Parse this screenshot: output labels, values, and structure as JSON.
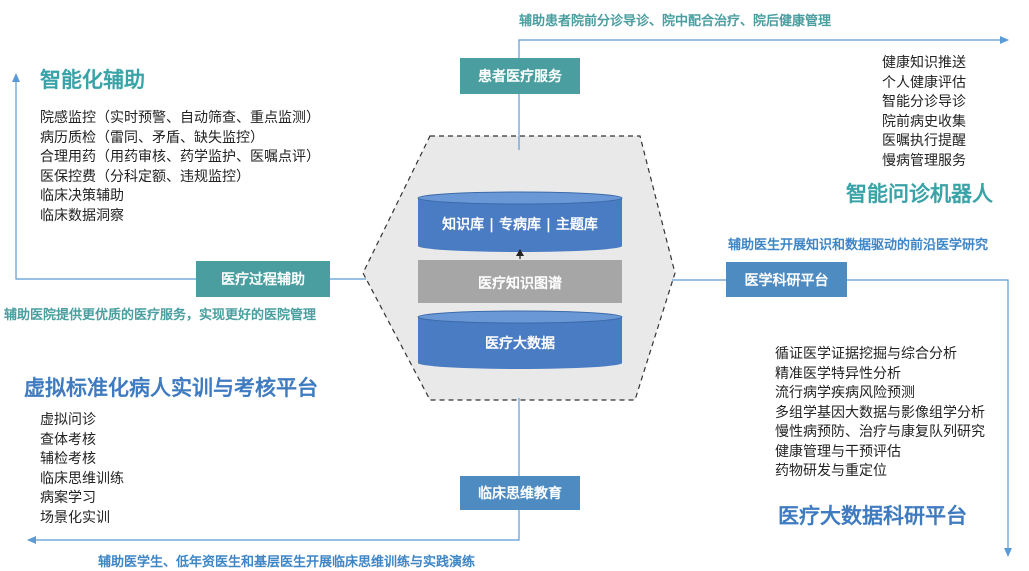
{
  "center": {
    "top_db_label": "知识库 | 专病库 | 主题库",
    "middle_label": "医疗知识图谱",
    "bottom_db_label": "医疗大数据"
  },
  "top": {
    "caption": "辅助患者院前分诊导诊、院中配合治疗、院后健康管理",
    "box_label": "患者医疗服务",
    "title": "智能问诊机器人",
    "items": [
      "健康知识推送",
      "个人健康评估",
      "智能分诊导诊",
      "院前病史收集",
      "医嘱执行提醒",
      "慢病管理服务"
    ]
  },
  "left": {
    "caption": "辅助医院提供更优质的医疗服务，实现更好的医院管理",
    "box_label": "医疗过程辅助",
    "title": "智能化辅助",
    "items": [
      "院感监控（实时预警、自动筛查、重点监测）",
      "病历质检（雷同、矛盾、缺失监控）",
      "合理用药（用药审核、药学监护、医嘱点评）",
      "医保控费（分科定额、违规监控）",
      "临床决策辅助",
      "临床数据洞察"
    ]
  },
  "right": {
    "caption": "辅助医生开展知识和数据驱动的前沿医学研究",
    "box_label": "医学科研平台",
    "title": "医疗大数据科研平台",
    "items": [
      "循证医学证据挖掘与综合分析",
      "精准医学特异性分析",
      "流行病学疾病风险预测",
      "多组学基因大数据与影像组学分析",
      "慢性病预防、治疗与康复队列研究",
      "健康管理与干预评估",
      "药物研发与重定位"
    ]
  },
  "bottom": {
    "caption": "辅助医学生、低年资医生和基层医生开展临床思维训练与实践演练",
    "box_label": "临床思维教育",
    "title": "虚拟标准化病人实训与考核平台",
    "items": [
      "虚拟问诊",
      "查体考核",
      "辅检考核",
      "临床思维训练",
      "病案学习",
      "场景化实训"
    ]
  },
  "colors": {
    "teal": "#4a9ea0",
    "blue": "#4e8bc0",
    "db_blue": "#4a7cc4",
    "graph_gray": "#a6a6a6",
    "hexagon_fill": "#e9e9e9"
  }
}
